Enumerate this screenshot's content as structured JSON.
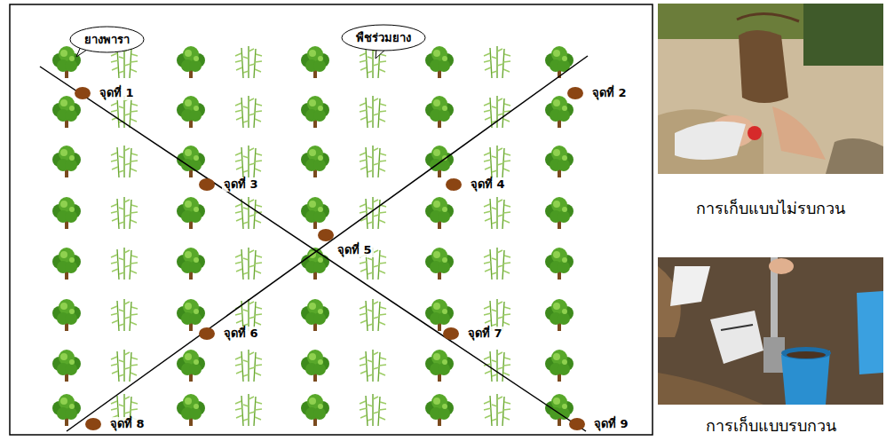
{
  "diagram": {
    "nodes": [
      {
        "text": [
          "ยางพารา"
        ]
      },
      {
        "text": [
          "พืชร่วมยาง"
        ]
      }
    ],
    "labels": [
      "จุดที่ 1",
      "จุดที่ 2",
      "จุดที่ 3",
      "จุดที่ 4",
      "จุดที่ 5",
      "จุดที่ 6",
      "จุดที่ 7",
      "จุดที่ 8",
      "จุดที่ 9",
      "การเก็บแบบไม่รบกวน",
      "การเก็บแบบรบกวน"
    ]
  }
}
